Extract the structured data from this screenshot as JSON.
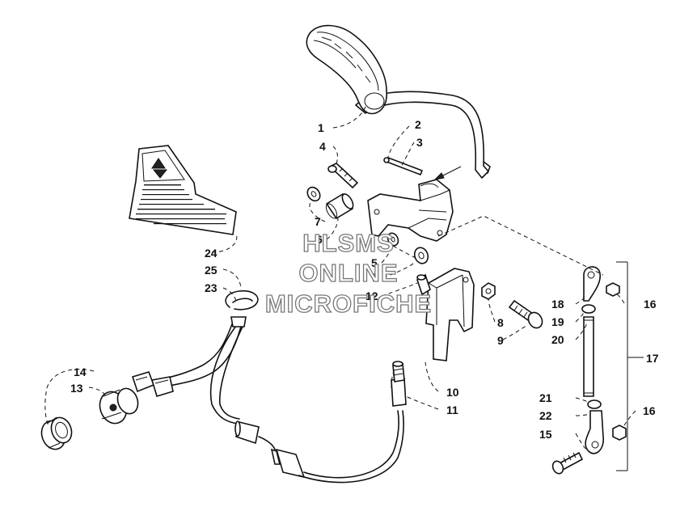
{
  "callouts": [
    "1",
    "2",
    "3",
    "4",
    "5",
    "6",
    "7",
    "7",
    "8",
    "9",
    "10",
    "11",
    "12",
    "13",
    "14",
    "15",
    "16",
    "16",
    "17",
    "18",
    "19",
    "20",
    "21",
    "22",
    "23",
    "24",
    "25"
  ],
  "watermark": [
    "HLSMS",
    "ONLINE",
    "MICROFICHE"
  ]
}
